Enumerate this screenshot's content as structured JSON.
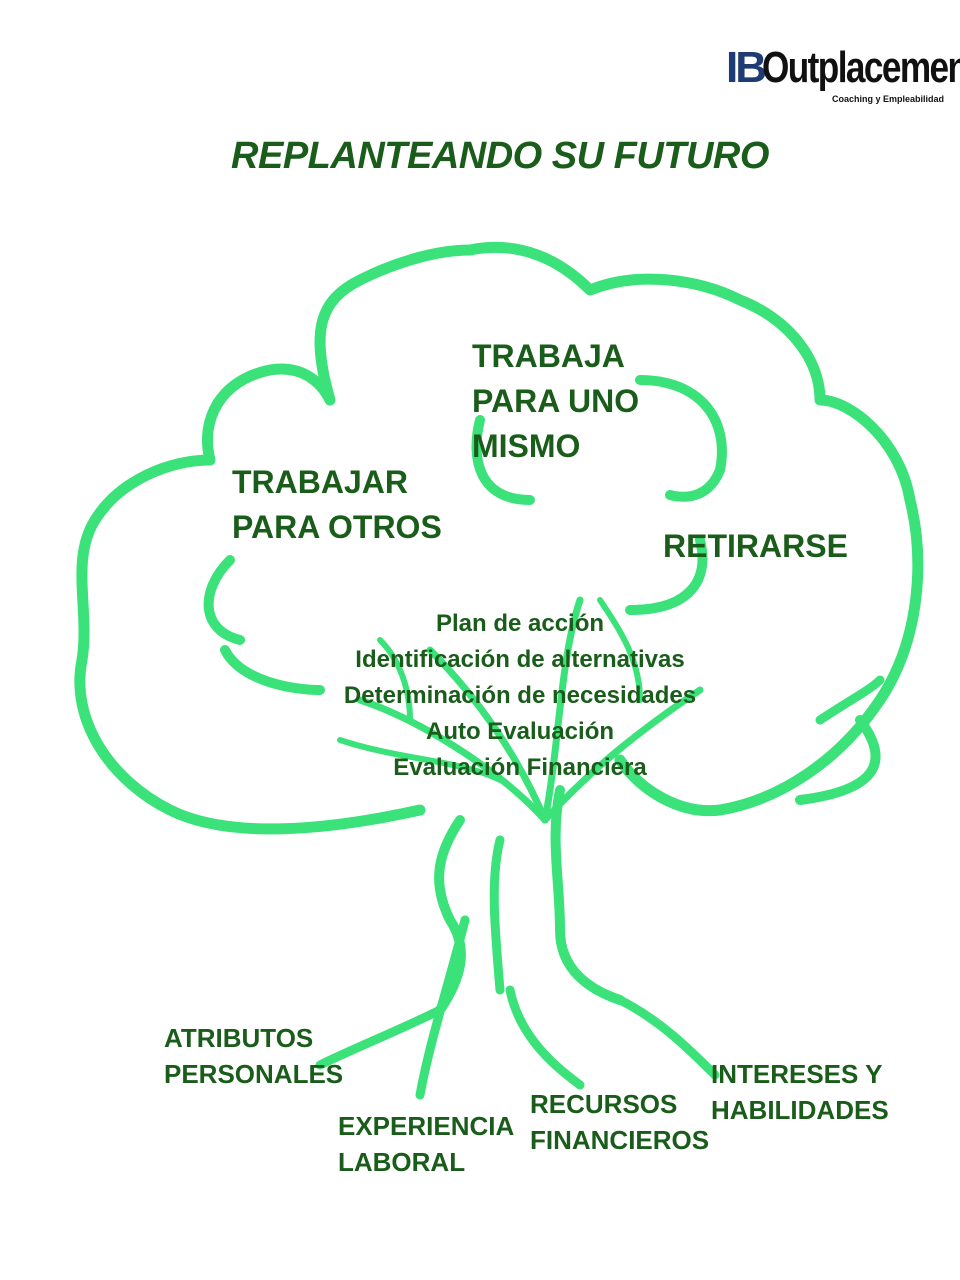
{
  "logo": {
    "ib": "IB",
    "word": "Outplacement",
    "tagline": "Coaching y Empleabilidad"
  },
  "title": "REPLANTEANDO SU FUTURO",
  "branches": {
    "left": [
      "TRABAJAR",
      "PARA OTROS"
    ],
    "top": [
      "TRABAJA",
      "PARA UNO",
      "MISMO"
    ],
    "right": [
      "RETIRARSE"
    ]
  },
  "trunk_steps": [
    "Plan de acción",
    "Identificación de alternativas",
    "Determinación de necesidades",
    "Auto Evaluación",
    "Evaluación Financiera"
  ],
  "roots": {
    "r1": [
      "ATRIBUTOS",
      "PERSONALES"
    ],
    "r2": [
      "EXPERIENCIA",
      "LABORAL"
    ],
    "r3": [
      "RECURSOS",
      "FINANCIEROS"
    ],
    "r4": [
      "INTERESES Y",
      "HABILIDADES"
    ]
  },
  "colors": {
    "tree": "#3be27a",
    "text": "#1a5c1a",
    "logo_ib": "#1f3b73"
  }
}
